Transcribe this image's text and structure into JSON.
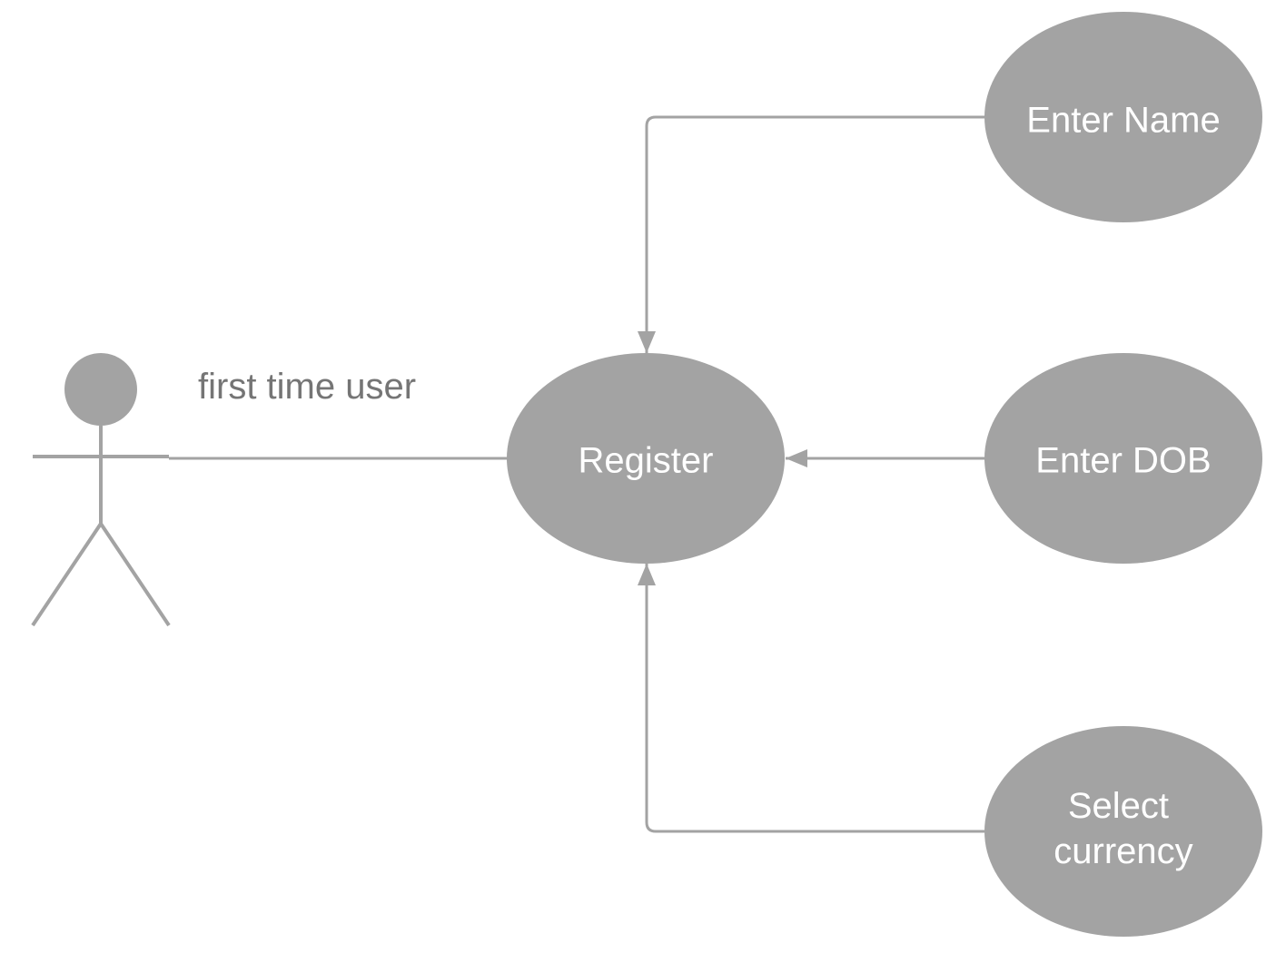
{
  "colors": {
    "shape_fill": "#a3a3a3",
    "stroke": "#a3a3a3",
    "node_text": "#ffffff",
    "actor_text": "#757575",
    "background": "#ffffff"
  },
  "actor": {
    "label": "first time user",
    "icon": "stick-figure-icon"
  },
  "use_cases": {
    "register": {
      "label": "Register"
    },
    "enter_name": {
      "label": "Enter Name"
    },
    "enter_dob": {
      "label": "Enter DOB"
    },
    "select_currency": {
      "lines": [
        "Select",
        "currency"
      ]
    }
  },
  "relations": [
    {
      "from": "actor",
      "to": "register",
      "type": "association"
    },
    {
      "from": "enter_name",
      "to": "register",
      "type": "directed"
    },
    {
      "from": "enter_dob",
      "to": "register",
      "type": "directed"
    },
    {
      "from": "select_currency",
      "to": "register",
      "type": "directed"
    }
  ]
}
